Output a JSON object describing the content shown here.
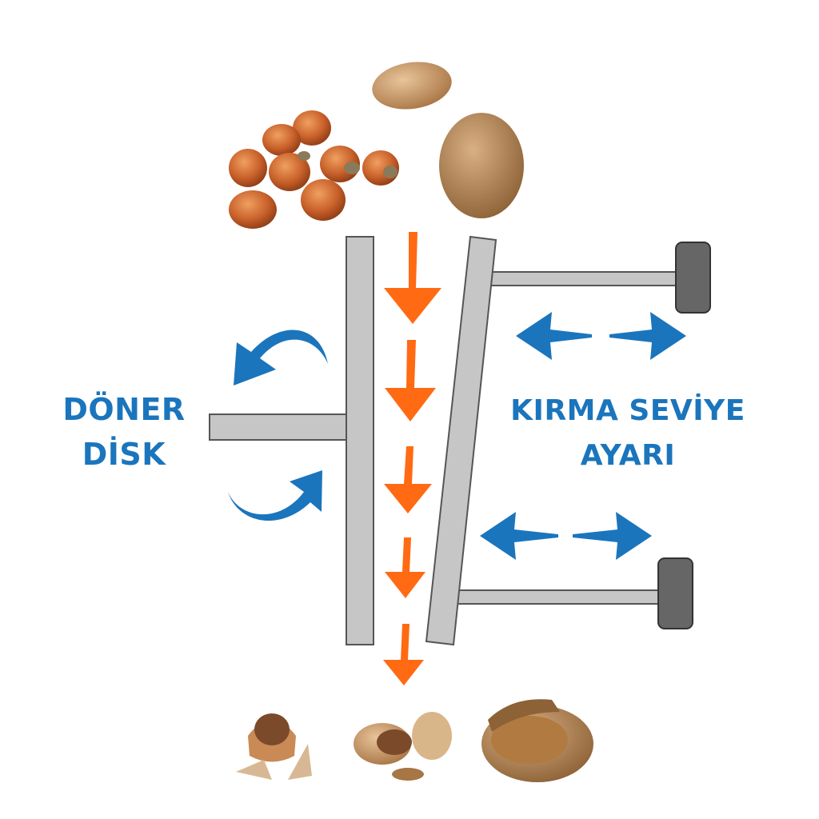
{
  "labels": {
    "rotating_disk_line1": "DÖNER",
    "rotating_disk_line2": "DİSK",
    "crush_level_line1": "KIRMA SEVİYE",
    "crush_level_line2": "AYARI"
  },
  "colors": {
    "label_blue": "#1b75bc",
    "flow_orange": "#ff6a13",
    "plate_gray": "#c6c6c6",
    "handle_gray": "#666666"
  },
  "icons": [
    "hazelnut-icon",
    "almond-icon",
    "walnut-icon",
    "cracked-hazelnut-icon",
    "cracked-almond-icon",
    "cracked-walnut-icon",
    "down-arrow-icon",
    "double-arrow-icon",
    "rotate-arrow-icon"
  ]
}
